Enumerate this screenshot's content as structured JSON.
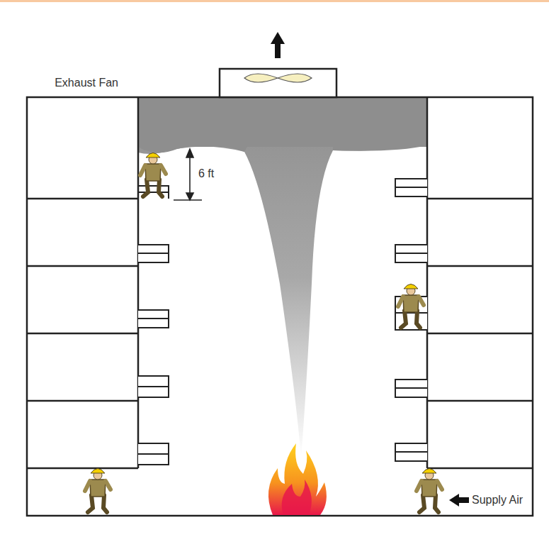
{
  "diagram": {
    "labels": [
      "Exhaust Fan",
      "6 ft",
      "Supply Air"
    ]
  }
}
